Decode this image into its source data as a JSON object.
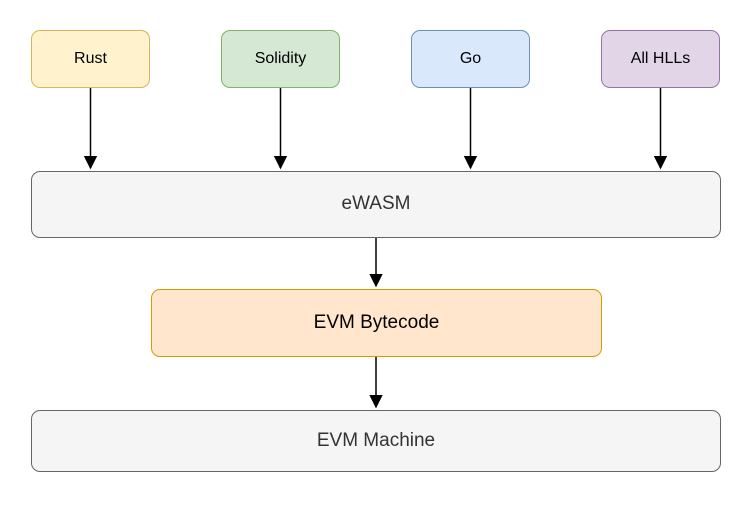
{
  "diagram": {
    "background": "#FFFFFF",
    "edge_color": "#000000",
    "nodes": [
      {
        "id": "rust",
        "label": "Rust",
        "fill": "#FFF2CC",
        "stroke": "#D6B656",
        "text_color": "#000000"
      },
      {
        "id": "solidity",
        "label": "Solidity",
        "fill": "#D5E8D4",
        "stroke": "#82B366",
        "text_color": "#000000"
      },
      {
        "id": "go",
        "label": "Go",
        "fill": "#DAE8FC",
        "stroke": "#6C8EBF",
        "text_color": "#000000"
      },
      {
        "id": "all-hlls",
        "label": "All HLLs",
        "fill": "#E1D5E7",
        "stroke": "#9673A6",
        "text_color": "#000000"
      },
      {
        "id": "ewasm",
        "label": "eWASM",
        "fill": "#F5F5F5",
        "stroke": "#666666",
        "text_color": "#333333"
      },
      {
        "id": "evm-bytecode",
        "label": "EVM Bytecode",
        "fill": "#FFE6CC",
        "stroke": "#D79B00",
        "text_color": "#000000"
      },
      {
        "id": "evm-machine",
        "label": "EVM Machine",
        "fill": "#F5F5F5",
        "stroke": "#666666",
        "text_color": "#333333"
      }
    ],
    "edges": [
      {
        "from": "rust",
        "to": "ewasm"
      },
      {
        "from": "solidity",
        "to": "ewasm"
      },
      {
        "from": "go",
        "to": "ewasm"
      },
      {
        "from": "all-hlls",
        "to": "ewasm"
      },
      {
        "from": "ewasm",
        "to": "evm-bytecode"
      },
      {
        "from": "evm-bytecode",
        "to": "evm-machine"
      }
    ]
  }
}
